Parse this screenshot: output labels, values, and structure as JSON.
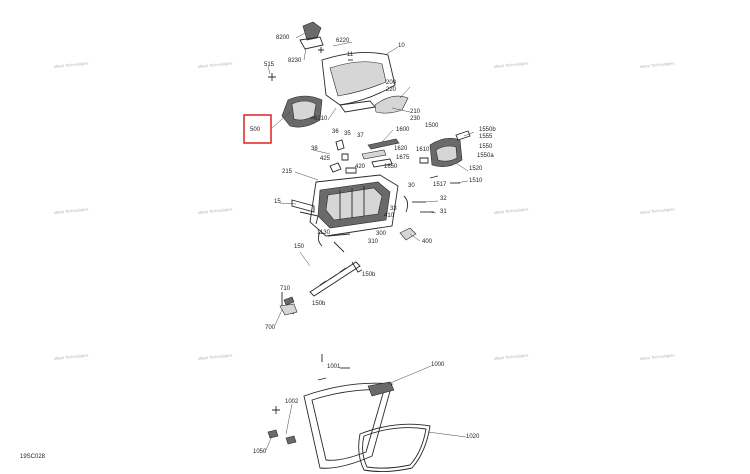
{
  "diagram": {
    "reference_code": "19SC028",
    "highlighted_part": "500",
    "watermark_text": "eBest Technologies",
    "labels": [
      "8200",
      "6220",
      "8230",
      "11",
      "10",
      "515",
      "200",
      "220",
      "210",
      "230",
      "6210",
      "500",
      "36",
      "35",
      "37",
      "1600",
      "1500",
      "1550b",
      "1555",
      "1550",
      "1550a",
      "38",
      "425",
      "1620",
      "1650",
      "1675",
      "1610",
      "1520",
      "215",
      "420",
      "1517",
      "1510",
      "30",
      "15",
      "33",
      "32",
      "410",
      "31",
      "1130",
      "300",
      "310",
      "400",
      "150",
      "150b",
      "710",
      "150b",
      "700",
      "1001",
      "1000",
      "1002",
      "1020",
      "1050"
    ]
  }
}
